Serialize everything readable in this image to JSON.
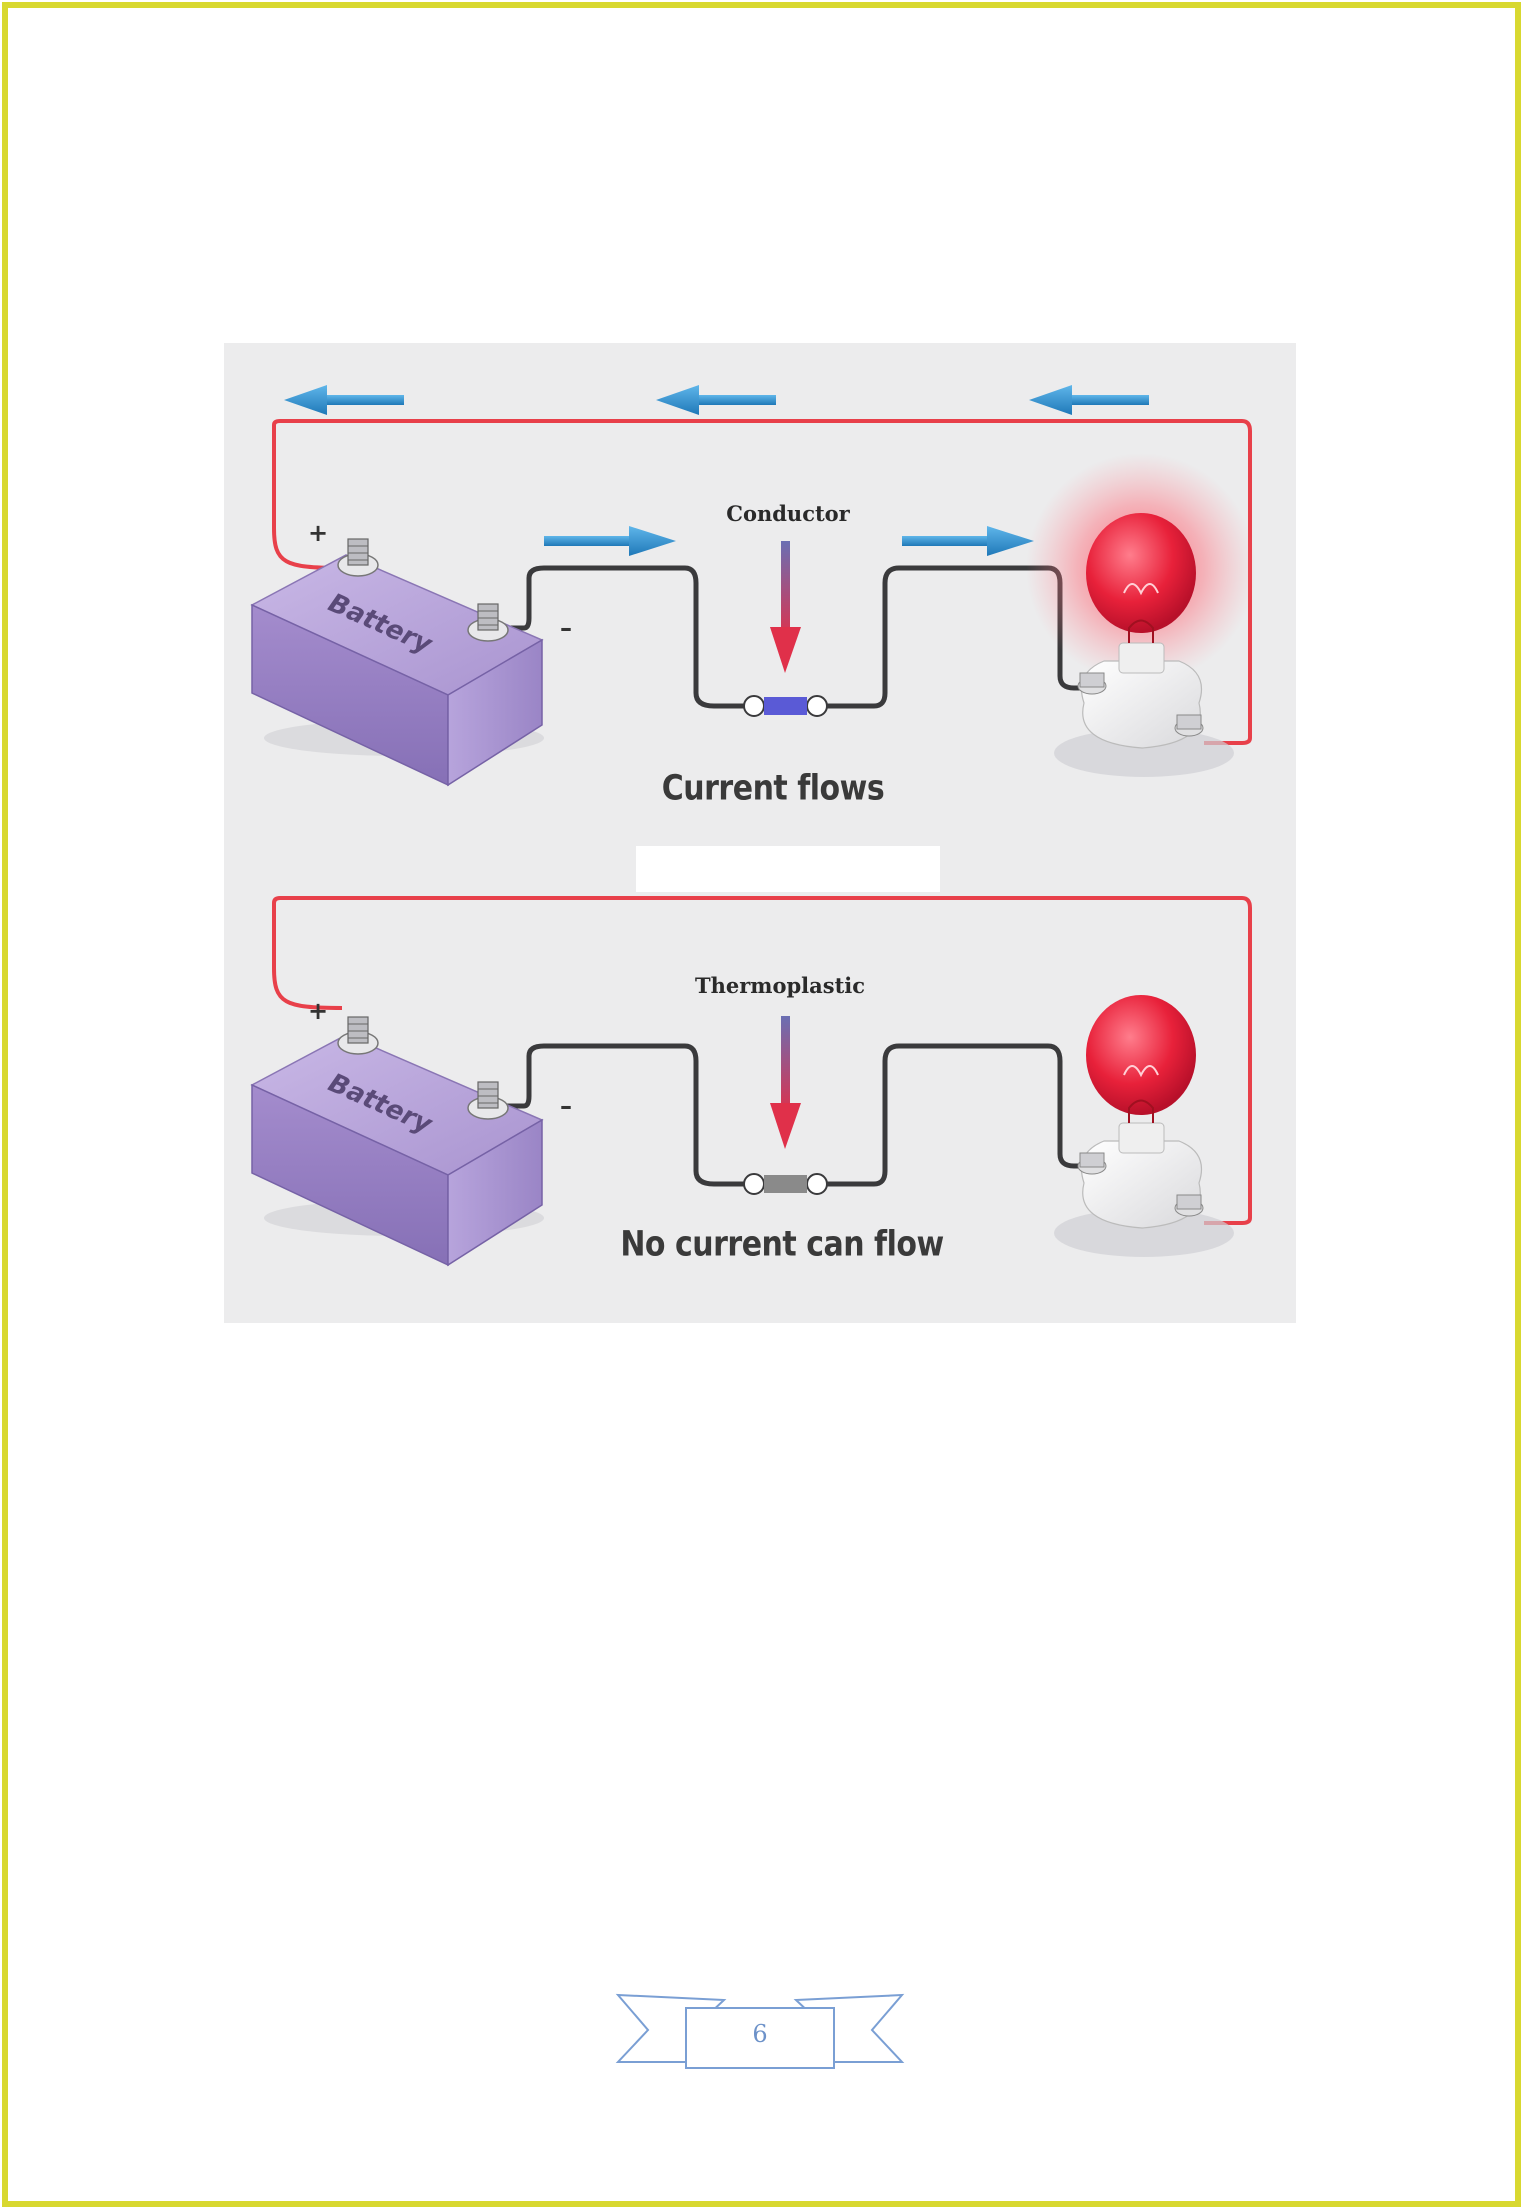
{
  "diagram": {
    "top_panel": {
      "material_label": "Conductor",
      "caption": "Current flows",
      "battery_label": "Battery",
      "positive_sign": "+",
      "negative_sign": "–"
    },
    "bottom_panel": {
      "material_label": "Thermoplastic",
      "caption": "No current can flow",
      "battery_label": "Battery",
      "positive_sign": "+",
      "negative_sign": "–"
    },
    "colors": {
      "wire_positive": "#e8404a",
      "wire_negative": "#3a3a3c",
      "battery": "#9c86c4",
      "conductor_sample": "#5a5ad6",
      "insulator_sample": "#8a8a8a",
      "flow_arrow": "#2f8fd0",
      "bulb": "#e8213a"
    }
  },
  "footer": {
    "page_number": "6"
  }
}
